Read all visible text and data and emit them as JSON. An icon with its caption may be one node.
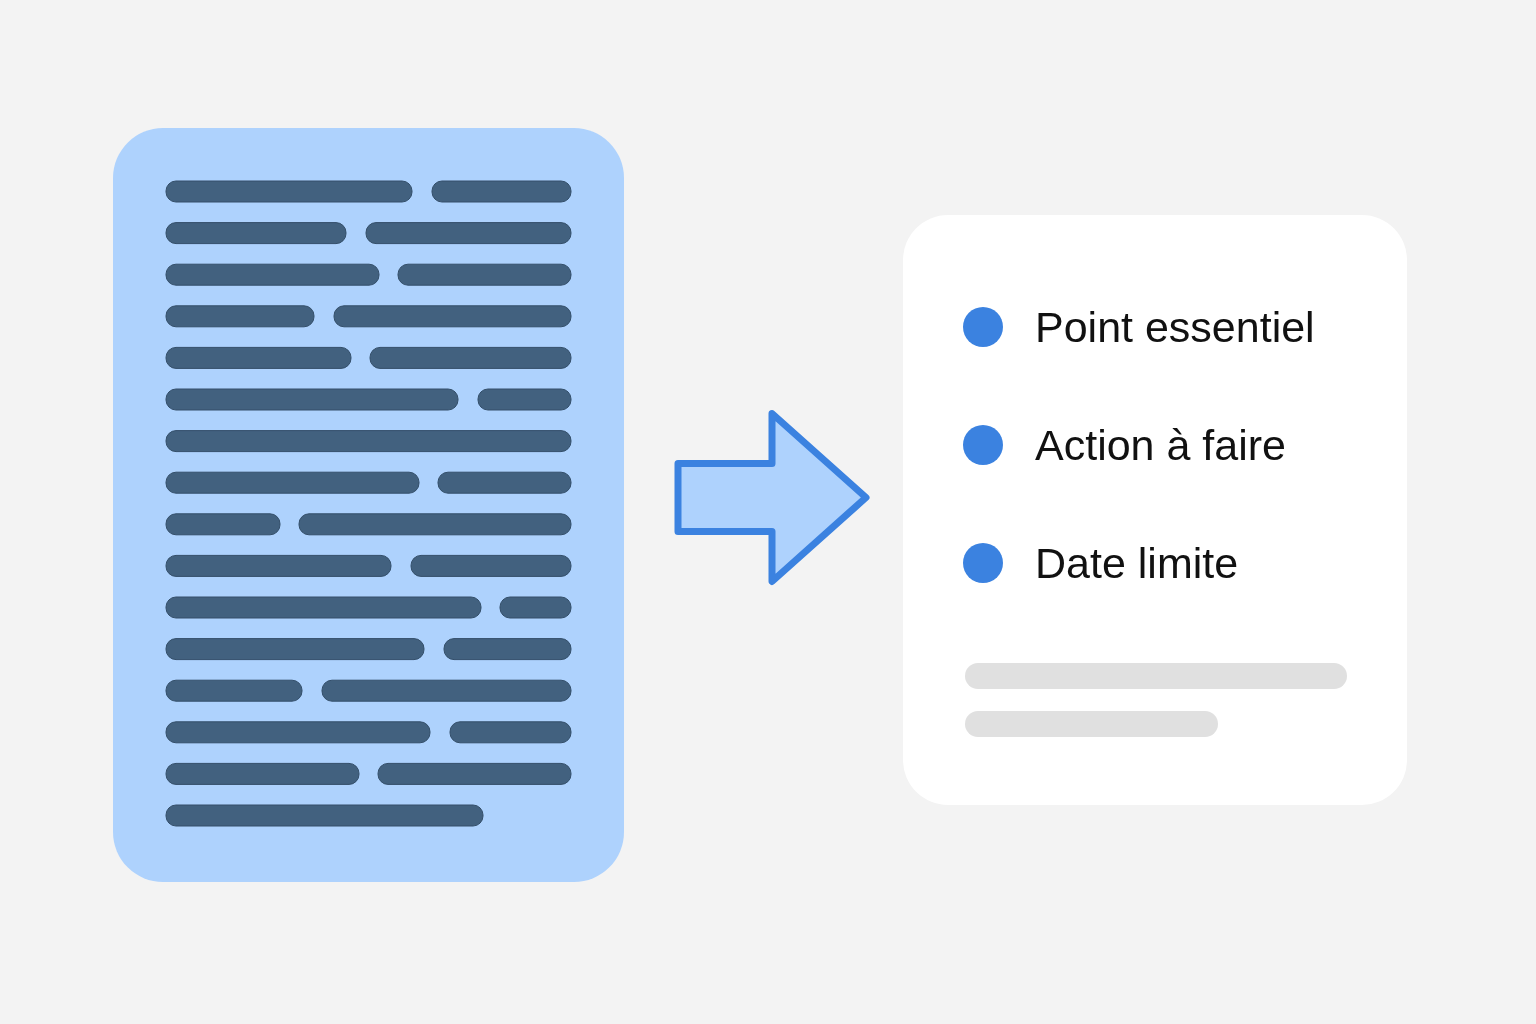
{
  "diagram": {
    "nodes": [
      {
        "text": [],
        "shape": "box"
      },
      {
        "text": [
          "Point essentiel",
          "Action à faire",
          "Date limite"
        ]
      }
    ],
    "edges": [
      {
        "from": 0,
        "to": 1,
        "arrow": "to",
        "style": "thick"
      }
    ]
  }
}
